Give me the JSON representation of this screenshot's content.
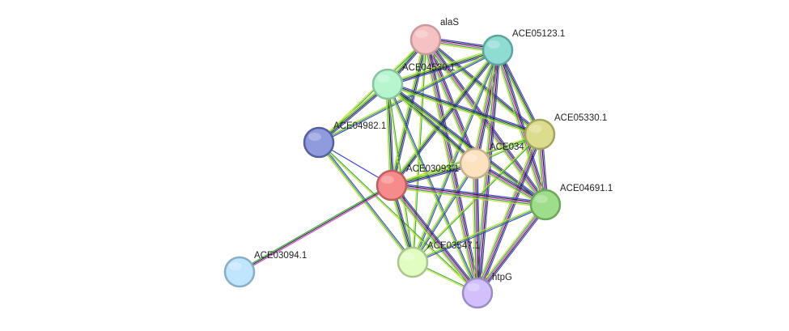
{
  "network": {
    "nodes": [
      {
        "id": "alaS",
        "label": "alaS",
        "fill": "#f5c1c3",
        "stroke": "#c99a9c"
      },
      {
        "id": "ACE05123.1",
        "label": "ACE05123.1",
        "fill": "#8fdcd2",
        "stroke": "#5aa59d"
      },
      {
        "id": "ACE04530.1",
        "label": "ACE04530.1",
        "fill": "#b7f5cf",
        "stroke": "#86c49f"
      },
      {
        "id": "ACE04982.1",
        "label": "ACE04982.1",
        "fill": "#8f9bdc",
        "stroke": "#55609e"
      },
      {
        "id": "ACE05330.1",
        "label": "ACE05330.1",
        "fill": "#dcdc8f",
        "stroke": "#a3a35c"
      },
      {
        "id": "ACE034",
        "label": "ACE034",
        "fill": "#fde2c0",
        "stroke": "#c9ae8e"
      },
      {
        "id": "ACE03093.1",
        "label": "ACE03093.1",
        "fill": "#f58b8b",
        "stroke": "#c25d5d"
      },
      {
        "id": "ACE04691.1",
        "label": "ACE04691.1",
        "fill": "#9ede8a",
        "stroke": "#6aa958"
      },
      {
        "id": "ACE03547.1",
        "label": "ACE03547.1",
        "fill": "#e2fdc0",
        "stroke": "#a9c68c"
      },
      {
        "id": "ACE03094.1",
        "label": "ACE03094.1",
        "fill": "#c0e6fd",
        "stroke": "#87aec8"
      },
      {
        "id": "htpG",
        "label": "htpG",
        "fill": "#d2c0fd",
        "stroke": "#9d8bc6"
      }
    ],
    "edges": [
      {
        "source": "alaS",
        "target": "ACE05123.1",
        "colors": [
          "#3c3cd6",
          "#222222",
          "#d63cd6",
          "#2fae2f",
          "#c6df3a"
        ]
      },
      {
        "source": "alaS",
        "target": "ACE04530.1",
        "colors": [
          "#3c3cd6",
          "#222222",
          "#2fae2f",
          "#c6df3a"
        ]
      },
      {
        "source": "alaS",
        "target": "ACE04982.1",
        "colors": [
          "#2fae2f",
          "#c6df3a"
        ]
      },
      {
        "source": "alaS",
        "target": "ACE05330.1",
        "colors": [
          "#3c3cd6",
          "#222222",
          "#2fae2f",
          "#c6df3a"
        ]
      },
      {
        "source": "alaS",
        "target": "ACE034",
        "colors": [
          "#3c3cd6",
          "#222222",
          "#d63cd6",
          "#2fae2f",
          "#c6df3a"
        ]
      },
      {
        "source": "alaS",
        "target": "ACE03093.1",
        "colors": [
          "#3c3cd6",
          "#222222",
          "#2fae2f",
          "#c6df3a"
        ]
      },
      {
        "source": "alaS",
        "target": "ACE04691.1",
        "colors": [
          "#3c3cd6",
          "#222222",
          "#d63cd6",
          "#2fae2f",
          "#c6df3a"
        ]
      },
      {
        "source": "alaS",
        "target": "ACE03547.1",
        "colors": [
          "#2fae2f",
          "#c6df3a"
        ]
      },
      {
        "source": "alaS",
        "target": "htpG",
        "colors": [
          "#3c3cd6",
          "#222222",
          "#d63cd6",
          "#2fae2f",
          "#c6df3a"
        ]
      },
      {
        "source": "ACE05123.1",
        "target": "ACE04530.1",
        "colors": [
          "#3c3cd6",
          "#222222",
          "#2fae2f",
          "#c6df3a"
        ]
      },
      {
        "source": "ACE05123.1",
        "target": "ACE04982.1",
        "colors": [
          "#3c3cd6",
          "#2fae2f",
          "#c6df3a"
        ]
      },
      {
        "source": "ACE05123.1",
        "target": "ACE05330.1",
        "colors": [
          "#3c3cd6",
          "#222222",
          "#2fae2f",
          "#c6df3a"
        ]
      },
      {
        "source": "ACE05123.1",
        "target": "ACE034",
        "colors": [
          "#3c3cd6",
          "#222222",
          "#d63cd6",
          "#2fae2f",
          "#c6df3a"
        ]
      },
      {
        "source": "ACE05123.1",
        "target": "ACE03093.1",
        "colors": [
          "#3c3cd6",
          "#222222",
          "#2fae2f",
          "#c6df3a"
        ]
      },
      {
        "source": "ACE05123.1",
        "target": "ACE04691.1",
        "colors": [
          "#3c3cd6",
          "#222222",
          "#d63cd6",
          "#2fae2f",
          "#c6df3a"
        ]
      },
      {
        "source": "ACE05123.1",
        "target": "ACE03547.1",
        "colors": [
          "#3c3cd6",
          "#2fae2f",
          "#c6df3a"
        ]
      },
      {
        "source": "ACE05123.1",
        "target": "htpG",
        "colors": [
          "#3c3cd6",
          "#222222",
          "#d63cd6",
          "#2fae2f",
          "#c6df3a"
        ]
      },
      {
        "source": "ACE04530.1",
        "target": "ACE04982.1",
        "colors": [
          "#3c3cd6",
          "#222222",
          "#2fae2f",
          "#c6df3a"
        ]
      },
      {
        "source": "ACE04530.1",
        "target": "ACE05330.1",
        "colors": [
          "#3c3cd6",
          "#222222",
          "#2fae2f",
          "#c6df3a"
        ]
      },
      {
        "source": "ACE04530.1",
        "target": "ACE034",
        "colors": [
          "#3c3cd6",
          "#222222",
          "#2fae2f",
          "#c6df3a"
        ]
      },
      {
        "source": "ACE04530.1",
        "target": "ACE03093.1",
        "colors": [
          "#3c3cd6",
          "#222222",
          "#2fae2f",
          "#c6df3a"
        ]
      },
      {
        "source": "ACE04530.1",
        "target": "ACE04691.1",
        "colors": [
          "#3c3cd6",
          "#222222",
          "#2fae2f",
          "#c6df3a"
        ]
      },
      {
        "source": "ACE04530.1",
        "target": "ACE03547.1",
        "colors": [
          "#2fae2f",
          "#c6df3a"
        ]
      },
      {
        "source": "ACE04530.1",
        "target": "htpG",
        "colors": [
          "#3c3cd6",
          "#2fae2f",
          "#c6df3a"
        ]
      },
      {
        "source": "ACE04982.1",
        "target": "ACE03093.1",
        "colors": [
          "#3c3cd6"
        ]
      },
      {
        "source": "ACE04982.1",
        "target": "ACE03547.1",
        "colors": [
          "#3c3cd6",
          "#2fae2f",
          "#c6df3a"
        ]
      },
      {
        "source": "ACE04982.1",
        "target": "htpG",
        "colors": [
          "#2fae2f",
          "#c6df3a"
        ]
      },
      {
        "source": "ACE05330.1",
        "target": "ACE034",
        "colors": [
          "#2fae2f",
          "#c6df3a"
        ]
      },
      {
        "source": "ACE05330.1",
        "target": "ACE03093.1",
        "colors": [
          "#2fae2f",
          "#c6df3a"
        ]
      },
      {
        "source": "ACE05330.1",
        "target": "ACE04691.1",
        "colors": [
          "#3c3cd6",
          "#222222",
          "#d63cd6",
          "#2fae2f",
          "#c6df3a"
        ]
      },
      {
        "source": "ACE05330.1",
        "target": "ACE03547.1",
        "colors": [
          "#2fae2f",
          "#c6df3a"
        ]
      },
      {
        "source": "ACE05330.1",
        "target": "htpG",
        "colors": [
          "#3c3cd6",
          "#222222",
          "#d63cd6",
          "#2fae2f",
          "#c6df3a"
        ]
      },
      {
        "source": "ACE034",
        "target": "ACE03093.1",
        "colors": [
          "#3c3cd6",
          "#222222",
          "#2fae2f",
          "#c6df3a"
        ]
      },
      {
        "source": "ACE034",
        "target": "ACE04691.1",
        "colors": [
          "#3c3cd6",
          "#222222",
          "#d63cd6",
          "#2fae2f",
          "#c6df3a"
        ]
      },
      {
        "source": "ACE034",
        "target": "ACE03547.1",
        "colors": [
          "#3c3cd6",
          "#2fae2f",
          "#c6df3a"
        ]
      },
      {
        "source": "ACE034",
        "target": "htpG",
        "colors": [
          "#3c3cd6",
          "#222222",
          "#d63cd6",
          "#2fae2f",
          "#c6df3a"
        ]
      },
      {
        "source": "ACE03093.1",
        "target": "ACE04691.1",
        "colors": [
          "#3c3cd6",
          "#222222",
          "#d63cd6",
          "#2fae2f",
          "#c6df3a"
        ]
      },
      {
        "source": "ACE03093.1",
        "target": "ACE03547.1",
        "colors": [
          "#3c3cd6",
          "#222222",
          "#2fae2f",
          "#c6df3a"
        ]
      },
      {
        "source": "ACE03093.1",
        "target": "htpG",
        "colors": [
          "#3c3cd6",
          "#222222",
          "#d63cd6",
          "#2fae2f",
          "#c6df3a"
        ]
      },
      {
        "source": "ACE03093.1",
        "target": "ACE03094.1",
        "colors": [
          "#d63cd6",
          "#222222",
          "#2fae2f"
        ]
      },
      {
        "source": "ACE04691.1",
        "target": "ACE03547.1",
        "colors": [
          "#3c3cd6",
          "#2fae2f",
          "#c6df3a"
        ]
      },
      {
        "source": "ACE04691.1",
        "target": "htpG",
        "colors": [
          "#3c3cd6",
          "#222222",
          "#d63cd6",
          "#2fae2f",
          "#c6df3a"
        ]
      },
      {
        "source": "ACE03547.1",
        "target": "htpG",
        "colors": [
          "#2fae2f",
          "#c6df3a"
        ]
      }
    ]
  }
}
